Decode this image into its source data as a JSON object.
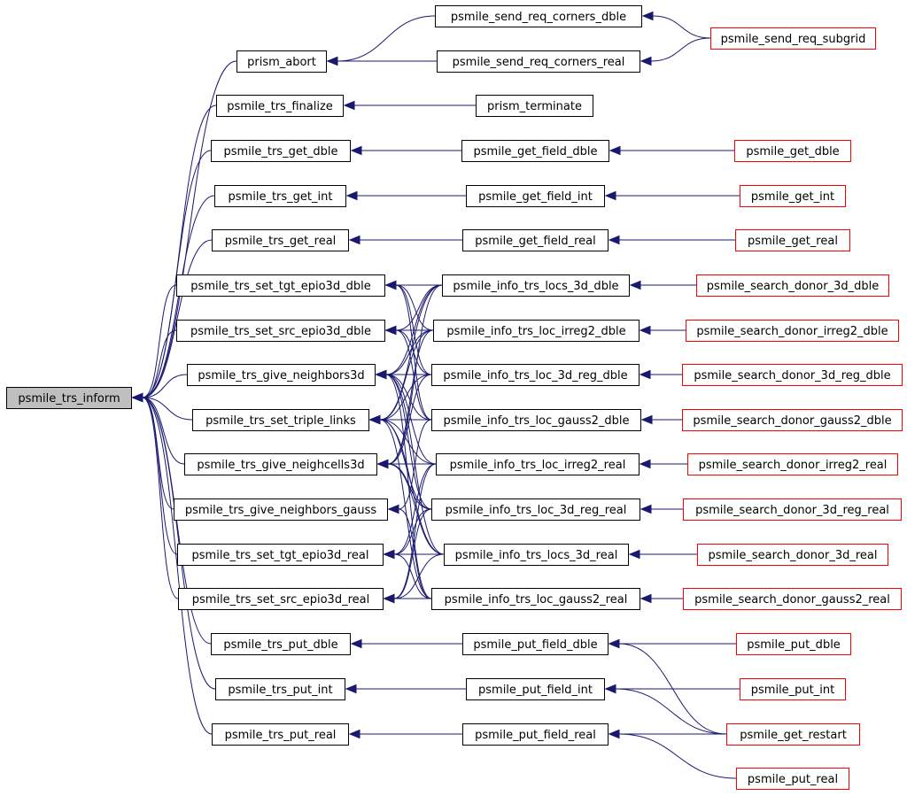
{
  "colors": {
    "edge": "#191970",
    "node_border": "#000000",
    "truncated_border": "#ff0000",
    "root_fill": "#bfbfbf",
    "node_fill": "#ffffff",
    "text": "#000000"
  },
  "nodes": [
    {
      "id": "root",
      "label": "psmile_trs_inform",
      "kind": "root"
    },
    {
      "id": "abort",
      "label": "prism_abort",
      "kind": "normal"
    },
    {
      "id": "finalize",
      "label": "psmile_trs_finalize",
      "kind": "normal"
    },
    {
      "id": "get_dble",
      "label": "psmile_trs_get_dble",
      "kind": "normal"
    },
    {
      "id": "get_int",
      "label": "psmile_trs_get_int",
      "kind": "normal"
    },
    {
      "id": "get_real",
      "label": "psmile_trs_get_real",
      "kind": "normal"
    },
    {
      "id": "stgt_d",
      "label": "psmile_trs_set_tgt_epio3d_dble",
      "kind": "normal"
    },
    {
      "id": "ssrc_d",
      "label": "psmile_trs_set_src_epio3d_dble",
      "kind": "normal"
    },
    {
      "id": "gn3d",
      "label": "psmile_trs_give_neighbors3d",
      "kind": "normal"
    },
    {
      "id": "stl",
      "label": "psmile_trs_set_triple_links",
      "kind": "normal"
    },
    {
      "id": "gnc3d",
      "label": "psmile_trs_give_neighcells3d",
      "kind": "normal"
    },
    {
      "id": "gng",
      "label": "psmile_trs_give_neighbors_gauss",
      "kind": "normal"
    },
    {
      "id": "stgt_r",
      "label": "psmile_trs_set_tgt_epio3d_real",
      "kind": "normal"
    },
    {
      "id": "ssrc_r",
      "label": "psmile_trs_set_src_epio3d_real",
      "kind": "normal"
    },
    {
      "id": "put_dble",
      "label": "psmile_trs_put_dble",
      "kind": "normal"
    },
    {
      "id": "put_int",
      "label": "psmile_trs_put_int",
      "kind": "normal"
    },
    {
      "id": "put_real",
      "label": "psmile_trs_put_real",
      "kind": "normal"
    },
    {
      "id": "src_d",
      "label": "psmile_send_req_corners_dble",
      "kind": "normal"
    },
    {
      "id": "src_r",
      "label": "psmile_send_req_corners_real",
      "kind": "normal"
    },
    {
      "id": "term",
      "label": "prism_terminate",
      "kind": "normal"
    },
    {
      "id": "gfd",
      "label": "psmile_get_field_dble",
      "kind": "normal"
    },
    {
      "id": "gfi",
      "label": "psmile_get_field_int",
      "kind": "normal"
    },
    {
      "id": "gfr",
      "label": "psmile_get_field_real",
      "kind": "normal"
    },
    {
      "id": "i_l3d_d",
      "label": "psmile_info_trs_locs_3d_dble",
      "kind": "normal"
    },
    {
      "id": "i_li2_d",
      "label": "psmile_info_trs_loc_irreg2_dble",
      "kind": "normal"
    },
    {
      "id": "i_l3r_d",
      "label": "psmile_info_trs_loc_3d_reg_dble",
      "kind": "normal"
    },
    {
      "id": "i_lg2_d",
      "label": "psmile_info_trs_loc_gauss2_dble",
      "kind": "normal"
    },
    {
      "id": "i_li2_r",
      "label": "psmile_info_trs_loc_irreg2_real",
      "kind": "normal"
    },
    {
      "id": "i_l3r_r",
      "label": "psmile_info_trs_loc_3d_reg_real",
      "kind": "normal"
    },
    {
      "id": "i_l3d_r",
      "label": "psmile_info_trs_locs_3d_real",
      "kind": "normal"
    },
    {
      "id": "i_lg2_r",
      "label": "psmile_info_trs_loc_gauss2_real",
      "kind": "normal"
    },
    {
      "id": "pfd",
      "label": "psmile_put_field_dble",
      "kind": "normal"
    },
    {
      "id": "pfi",
      "label": "psmile_put_field_int",
      "kind": "normal"
    },
    {
      "id": "pfr",
      "label": "psmile_put_field_real",
      "kind": "normal"
    },
    {
      "id": "subgrid",
      "label": "psmile_send_req_subgrid",
      "kind": "truncated"
    },
    {
      "id": "get_dble_u",
      "label": "psmile_get_dble",
      "kind": "truncated"
    },
    {
      "id": "get_int_u",
      "label": "psmile_get_int",
      "kind": "truncated"
    },
    {
      "id": "get_real_u",
      "label": "psmile_get_real",
      "kind": "truncated"
    },
    {
      "id": "sd_3d_d",
      "label": "psmile_search_donor_3d_dble",
      "kind": "truncated"
    },
    {
      "id": "sd_i2_d",
      "label": "psmile_search_donor_irreg2_dble",
      "kind": "truncated"
    },
    {
      "id": "sd_3r_d",
      "label": "psmile_search_donor_3d_reg_dble",
      "kind": "truncated"
    },
    {
      "id": "sd_g2_d",
      "label": "psmile_search_donor_gauss2_dble",
      "kind": "truncated"
    },
    {
      "id": "sd_i2_r",
      "label": "psmile_search_donor_irreg2_real",
      "kind": "truncated"
    },
    {
      "id": "sd_3r_r",
      "label": "psmile_search_donor_3d_reg_real",
      "kind": "truncated"
    },
    {
      "id": "sd_3d_r",
      "label": "psmile_search_donor_3d_real",
      "kind": "truncated"
    },
    {
      "id": "sd_g2_r",
      "label": "psmile_search_donor_gauss2_real",
      "kind": "truncated"
    },
    {
      "id": "put_dble_u",
      "label": "psmile_put_dble",
      "kind": "truncated"
    },
    {
      "id": "put_int_u",
      "label": "psmile_put_int",
      "kind": "truncated"
    },
    {
      "id": "restart",
      "label": "psmile_get_restart",
      "kind": "truncated"
    },
    {
      "id": "put_real_u",
      "label": "psmile_put_real",
      "kind": "truncated"
    }
  ],
  "edges": [
    [
      "abort",
      "root"
    ],
    [
      "finalize",
      "root"
    ],
    [
      "get_dble",
      "root"
    ],
    [
      "get_int",
      "root"
    ],
    [
      "get_real",
      "root"
    ],
    [
      "stgt_d",
      "root"
    ],
    [
      "ssrc_d",
      "root"
    ],
    [
      "gn3d",
      "root"
    ],
    [
      "stl",
      "root"
    ],
    [
      "gnc3d",
      "root"
    ],
    [
      "gng",
      "root"
    ],
    [
      "stgt_r",
      "root"
    ],
    [
      "ssrc_r",
      "root"
    ],
    [
      "put_dble",
      "root"
    ],
    [
      "put_int",
      "root"
    ],
    [
      "put_real",
      "root"
    ],
    [
      "src_d",
      "abort"
    ],
    [
      "src_r",
      "abort"
    ],
    [
      "term",
      "finalize"
    ],
    [
      "gfd",
      "get_dble"
    ],
    [
      "gfi",
      "get_int"
    ],
    [
      "gfr",
      "get_real"
    ],
    [
      "i_l3d_d",
      "stgt_d"
    ],
    [
      "i_l3d_d",
      "ssrc_d"
    ],
    [
      "i_l3d_d",
      "gn3d"
    ],
    [
      "i_l3d_d",
      "stl"
    ],
    [
      "i_l3d_d",
      "gnc3d"
    ],
    [
      "i_li2_d",
      "stgt_d"
    ],
    [
      "i_li2_d",
      "ssrc_d"
    ],
    [
      "i_li2_d",
      "gn3d"
    ],
    [
      "i_li2_d",
      "stl"
    ],
    [
      "i_li2_d",
      "gnc3d"
    ],
    [
      "i_l3r_d",
      "stgt_d"
    ],
    [
      "i_l3r_d",
      "ssrc_d"
    ],
    [
      "i_l3r_d",
      "gn3d"
    ],
    [
      "i_l3r_d",
      "stl"
    ],
    [
      "i_l3r_d",
      "gnc3d"
    ],
    [
      "i_lg2_d",
      "stgt_d"
    ],
    [
      "i_lg2_d",
      "ssrc_d"
    ],
    [
      "i_lg2_d",
      "gn3d"
    ],
    [
      "i_lg2_d",
      "stl"
    ],
    [
      "i_lg2_d",
      "gng"
    ],
    [
      "i_li2_r",
      "stgt_r"
    ],
    [
      "i_li2_r",
      "ssrc_r"
    ],
    [
      "i_li2_r",
      "gn3d"
    ],
    [
      "i_li2_r",
      "stl"
    ],
    [
      "i_li2_r",
      "gnc3d"
    ],
    [
      "i_l3r_r",
      "stgt_r"
    ],
    [
      "i_l3r_r",
      "ssrc_r"
    ],
    [
      "i_l3r_r",
      "gn3d"
    ],
    [
      "i_l3r_r",
      "stl"
    ],
    [
      "i_l3r_r",
      "gnc3d"
    ],
    [
      "i_l3d_r",
      "stgt_r"
    ],
    [
      "i_l3d_r",
      "ssrc_r"
    ],
    [
      "i_l3d_r",
      "gn3d"
    ],
    [
      "i_l3d_r",
      "stl"
    ],
    [
      "i_l3d_r",
      "gnc3d"
    ],
    [
      "i_lg2_r",
      "stgt_r"
    ],
    [
      "i_lg2_r",
      "ssrc_r"
    ],
    [
      "i_lg2_r",
      "gn3d"
    ],
    [
      "i_lg2_r",
      "stl"
    ],
    [
      "i_lg2_r",
      "gng"
    ],
    [
      "pfd",
      "put_dble"
    ],
    [
      "pfi",
      "put_int"
    ],
    [
      "pfr",
      "put_real"
    ],
    [
      "subgrid",
      "src_d"
    ],
    [
      "subgrid",
      "src_r"
    ],
    [
      "get_dble_u",
      "gfd"
    ],
    [
      "get_int_u",
      "gfi"
    ],
    [
      "get_real_u",
      "gfr"
    ],
    [
      "sd_3d_d",
      "i_l3d_d"
    ],
    [
      "sd_i2_d",
      "i_li2_d"
    ],
    [
      "sd_3r_d",
      "i_l3r_d"
    ],
    [
      "sd_g2_d",
      "i_lg2_d"
    ],
    [
      "sd_i2_r",
      "i_li2_r"
    ],
    [
      "sd_3r_r",
      "i_l3r_r"
    ],
    [
      "sd_3d_r",
      "i_l3d_r"
    ],
    [
      "sd_g2_r",
      "i_lg2_r"
    ],
    [
      "put_dble_u",
      "pfd"
    ],
    [
      "put_int_u",
      "pfi"
    ],
    [
      "restart",
      "pfd"
    ],
    [
      "restart",
      "pfi"
    ],
    [
      "restart",
      "pfr"
    ],
    [
      "put_real_u",
      "pfr"
    ]
  ]
}
